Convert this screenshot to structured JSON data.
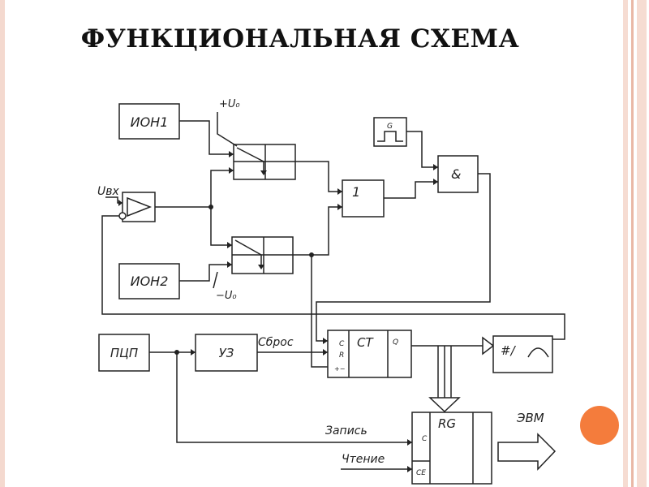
{
  "slide": {
    "title": "ФУНКЦИОНАЛЬНАЯ СХЕМА",
    "colors": {
      "left_stripe": "#f4d9cf",
      "right_stripe_light": "#f6dcd2",
      "right_stripe_dark": "#e9b8a6",
      "accent_circle": "#f47c3c"
    }
  },
  "diagram": {
    "ion1": "ИОН1",
    "ion2": "ИОН2",
    "plus_u0": "+U₀",
    "minus_u0": "−U₀",
    "u_in": "Uвх",
    "gen_label": "G",
    "or_gate": "1",
    "and_gate": "&",
    "pcp": "ПЦП",
    "uz": "УЗ",
    "sbros": "Сброс",
    "ct": "CT",
    "ct_c": "C",
    "ct_r": "R",
    "ct_q": "Q",
    "ct_arrow": "+−",
    "dac": "#/",
    "rg": "RG",
    "rg_c": "C",
    "rg_ce": "CE",
    "zapis": "Запись",
    "chtenie": "Чтение",
    "evm": "ЭВМ"
  }
}
